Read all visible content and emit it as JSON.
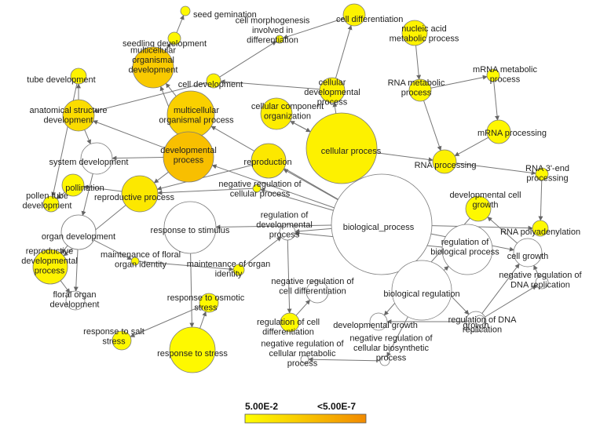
{
  "colors": {
    "low": "#ffff00",
    "high": "#f28a00",
    "uncolored": "#ffffff",
    "node_stroke": "#7a7a7a",
    "edge": "#777777"
  },
  "legend": {
    "low_label": "5.00E-2",
    "high_label": "<5.00E-7"
  },
  "nodes": [
    {
      "id": "seed_germination",
      "label": [
        "seed gemination"
      ],
      "color_level": 0.05
    },
    {
      "id": "cell_differentiation",
      "label": [
        "cell differentiation"
      ],
      "color_level": 0.1
    },
    {
      "id": "seedling_development",
      "label": [
        "seedling development"
      ],
      "color_level": 0.08
    },
    {
      "id": "cell_morphogenesis",
      "label": [
        "cell morphogenesis",
        "involved in",
        "differentiation"
      ],
      "color_level": 0.05
    },
    {
      "id": "nucleic_acid",
      "label": [
        "nucleic acid",
        "metabolic process"
      ],
      "color_level": 0.1
    },
    {
      "id": "multicellular_dev",
      "label": [
        "multicellular",
        "organismal",
        "development"
      ],
      "color_level": 0.45
    },
    {
      "id": "tube_development",
      "label": [
        "tube development"
      ],
      "color_level": 0.1
    },
    {
      "id": "cellular_developmental",
      "label": [
        "cellular",
        "developmental",
        "process"
      ],
      "color_level": 0.12
    },
    {
      "id": "mrna_metabolic",
      "label": [
        "mRNA metabolic",
        "process"
      ],
      "color_level": 0.05
    },
    {
      "id": "rna_metabolic",
      "label": [
        "RNA metabolic",
        "process"
      ],
      "color_level": 0.08
    },
    {
      "id": "cell_development",
      "label": [
        "cell development"
      ],
      "color_level": 0.1
    },
    {
      "id": "anatomical_structure",
      "label": [
        "anatomical structure",
        "development"
      ],
      "color_level": 0.3
    },
    {
      "id": "multicellular_process",
      "label": [
        "multicellular",
        "organismal process"
      ],
      "color_level": 0.4
    },
    {
      "id": "cellular_component",
      "label": [
        "cellular component",
        "organization"
      ],
      "color_level": 0.15
    },
    {
      "id": "mrna_processing",
      "label": [
        "mRNA processing"
      ],
      "color_level": 0.08
    },
    {
      "id": "cellular_process",
      "label": [
        "cellular process"
      ],
      "color_level": 0.12
    },
    {
      "id": "system_development",
      "label": [
        "system development"
      ],
      "color_level": -1
    },
    {
      "id": "developmental_process",
      "label": [
        "developmental",
        "process"
      ],
      "color_level": 0.55
    },
    {
      "id": "reproduction",
      "label": [
        "reproduction"
      ],
      "color_level": 0.2
    },
    {
      "id": "rna_processing",
      "label": [
        "RNA processing"
      ],
      "color_level": 0.12
    },
    {
      "id": "pollination",
      "label": [
        "pollination"
      ],
      "color_level": 0.08
    },
    {
      "id": "rna_3end",
      "label": [
        "RNA 3'-end",
        "processing"
      ],
      "color_level": 0.05
    },
    {
      "id": "pollen_tube",
      "label": [
        "pollen tube",
        "development"
      ],
      "color_level": 0.05
    },
    {
      "id": "reproductive_process",
      "label": [
        "reproductive process"
      ],
      "color_level": 0.2
    },
    {
      "id": "negative_reg_cellular",
      "label": [
        "negative regulation of",
        "cellular process"
      ],
      "color_level": 0.05
    },
    {
      "id": "developmental_cell_growth",
      "label": [
        "developmental cell",
        "growth"
      ],
      "color_level": 0.05
    },
    {
      "id": "response_to_stimulus",
      "label": [
        "response to stimulus"
      ],
      "color_level": -1
    },
    {
      "id": "biological_process",
      "label": [
        "biological_process"
      ],
      "color_level": -1
    },
    {
      "id": "rna_polyadenylation",
      "label": [
        "RNA polyadenylation"
      ],
      "color_level": 0.05
    },
    {
      "id": "organ_development",
      "label": [
        "organ development"
      ],
      "color_level": -1
    },
    {
      "id": "regulation_developmental",
      "label": [
        "regulation of",
        "developmental",
        "process"
      ],
      "color_level": -1
    },
    {
      "id": "regulation_biological",
      "label": [
        "regulation of",
        "biological process"
      ],
      "color_level": -1
    },
    {
      "id": "cell_growth",
      "label": [
        "cell growth"
      ],
      "color_level": -1
    },
    {
      "id": "reproductive_developmental",
      "label": [
        "reproductive",
        "developmental",
        "process"
      ],
      "color_level": 0.1
    },
    {
      "id": "maintenance_floral",
      "label": [
        "maintenance of floral",
        "organ identity"
      ],
      "color_level": 0.05
    },
    {
      "id": "maintenance_organ",
      "label": [
        "maintenance of organ",
        "identity"
      ],
      "color_level": 0.05
    },
    {
      "id": "negative_reg_diff",
      "label": [
        "negative regulation of",
        "cell differentiation"
      ],
      "color_level": -1
    },
    {
      "id": "biological_regulation",
      "label": [
        "biological regulation"
      ],
      "color_level": -1
    },
    {
      "id": "negative_reg_dna",
      "label": [
        "negative regulation of",
        "DNA replication"
      ],
      "color_level": -1
    },
    {
      "id": "floral_organ",
      "label": [
        "floral organ",
        "development"
      ],
      "color_level": -1
    },
    {
      "id": "response_osmotic",
      "label": [
        "response to osmotic",
        "stress"
      ],
      "color_level": 0.05
    },
    {
      "id": "growth",
      "label": [
        "growth"
      ],
      "color_level": -1
    },
    {
      "id": "response_salt",
      "label": [
        "response to salt",
        "stress"
      ],
      "color_level": 0.05
    },
    {
      "id": "regulation_cell_diff",
      "label": [
        "regulation of cell",
        "differentiation"
      ],
      "color_level": 0.05
    },
    {
      "id": "developmental_growth",
      "label": [
        "developmental growth"
      ],
      "color_level": -1
    },
    {
      "id": "regulation_dna",
      "label": [
        "regulation of DNA",
        "replication"
      ],
      "color_level": -1
    },
    {
      "id": "response_stress",
      "label": [
        "response to stress"
      ],
      "color_level": 0.05
    },
    {
      "id": "negative_reg_biosynthetic",
      "label": [
        "negative regulation of",
        "cellular biosynthetic",
        "process"
      ],
      "color_level": -1
    },
    {
      "id": "negative_reg_metabolic",
      "label": [
        "negative regulation of",
        "cellular metabolic",
        "process"
      ],
      "color_level": -1
    }
  ],
  "edges": [
    [
      "seedling_development",
      "seed_germination"
    ],
    [
      "cellular_developmental",
      "cell_differentiation"
    ],
    [
      "multicellular_dev",
      "seedling_development"
    ],
    [
      "cell_development",
      "cell_morphogenesis"
    ],
    [
      "cellular_developmental",
      "cell_development"
    ],
    [
      "nucleic_acid",
      "rna_metabolic"
    ],
    [
      "rna_metabolic",
      "mrna_metabolic"
    ],
    [
      "mrna_metabolic",
      "mrna_processing"
    ],
    [
      "rna_metabolic",
      "rna_processing"
    ],
    [
      "mrna_processing",
      "rna_processing"
    ],
    [
      "rna_processing",
      "rna_3end"
    ],
    [
      "rna_3end",
      "rna_polyadenylation"
    ],
    [
      "multicellular_process",
      "multicellular_dev"
    ],
    [
      "developmental_process",
      "multicellular_dev"
    ],
    [
      "anatomical_structure",
      "tube_development"
    ],
    [
      "tube_development",
      "pollen_tube"
    ],
    [
      "anatomical_structure",
      "system_development"
    ],
    [
      "developmental_process",
      "anatomical_structure"
    ],
    [
      "cell_development",
      "anatomical_structure"
    ],
    [
      "system_development",
      "organ_development"
    ],
    [
      "organ_development",
      "reproductive_developmental"
    ],
    [
      "organ_development",
      "floral_organ"
    ],
    [
      "reproductive_developmental",
      "floral_organ"
    ],
    [
      "pollination",
      "pollen_tube"
    ],
    [
      "reproductive_process",
      "pollination"
    ],
    [
      "reproductive_process",
      "reproductive_developmental"
    ],
    [
      "reproduction",
      "reproductive_process"
    ],
    [
      "developmental_process",
      "reproductive_process"
    ],
    [
      "biological_process",
      "reproduction"
    ],
    [
      "biological_process",
      "developmental_process"
    ],
    [
      "biological_process",
      "multicellular_process"
    ],
    [
      "biological_process",
      "cellular_process"
    ],
    [
      "cellular_process",
      "cellular_component"
    ],
    [
      "cellular_process",
      "cellular_developmental"
    ],
    [
      "cellular_process",
      "rna_processing"
    ],
    [
      "biological_process",
      "negative_reg_cellular"
    ],
    [
      "negative_reg_cellular",
      "reproductive_process"
    ],
    [
      "biological_process",
      "response_to_stimulus"
    ],
    [
      "response_to_stimulus",
      "response_stress"
    ],
    [
      "response_stress",
      "response_osmotic"
    ],
    [
      "response_osmotic",
      "response_salt"
    ],
    [
      "biological_process",
      "regulation_developmental"
    ],
    [
      "regulation_developmental",
      "regulation_cell_diff"
    ],
    [
      "regulation_cell_diff",
      "negative_reg_diff"
    ],
    [
      "biological_process",
      "biological_regulation"
    ],
    [
      "biological_regulation",
      "regulation_biological"
    ],
    [
      "regulation_biological",
      "regulation_developmental"
    ],
    [
      "biological_regulation",
      "negative_reg_biosynthetic"
    ],
    [
      "negative_reg_biosynthetic",
      "negative_reg_metabolic"
    ],
    [
      "biological_process",
      "growth"
    ],
    [
      "growth",
      "developmental_growth"
    ],
    [
      "growth",
      "cell_growth"
    ],
    [
      "cell_growth",
      "developmental_cell_growth"
    ],
    [
      "developmental_cell_growth",
      "developmental_growth"
    ],
    [
      "regulation_dna",
      "negative_reg_dna"
    ],
    [
      "negative_reg_dna",
      "cell_growth"
    ],
    [
      "maintenance_floral",
      "maintenance_organ"
    ],
    [
      "maintenance_organ",
      "regulation_developmental"
    ],
    [
      "organ_development",
      "maintenance_floral"
    ],
    [
      "cellular_component",
      "cellular_process"
    ],
    [
      "developmental_process",
      "system_development"
    ],
    [
      "cell_differentiation",
      "cell_morphogenesis"
    ],
    [
      "biological_process",
      "rna_polyadenylation"
    ],
    [
      "biological_process",
      "cell_growth"
    ]
  ]
}
